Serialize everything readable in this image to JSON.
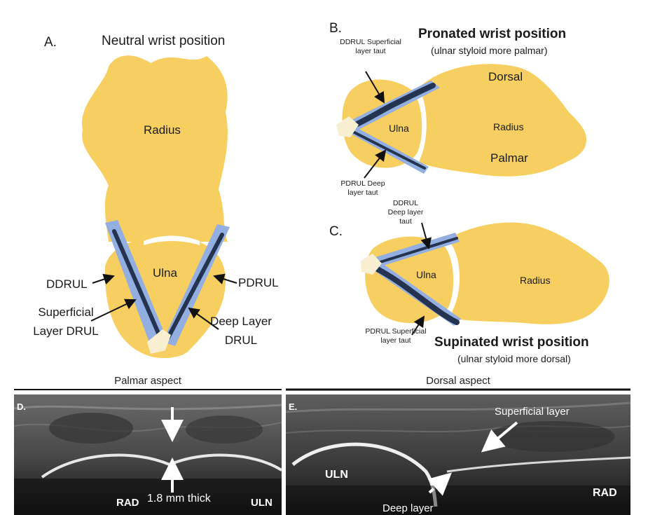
{
  "panelA": {
    "letter": "A.",
    "title": "Neutral wrist position",
    "radius": "Radius",
    "ulna": "Ulna",
    "ddrul": "DDRUL",
    "pdrul": "PDRUL",
    "superficial": "Superficial Layer DRUL",
    "deep": "Deep Layer DRUL"
  },
  "panelB": {
    "letter": "B.",
    "title": "Pronated wrist position",
    "subtitle": "(ulnar styloid more palmar)",
    "ddrul_note": "DDRUL Superficial layer taut",
    "pdrul_note": "PDRUL Deep layer taut",
    "dorsal": "Dorsal",
    "radius": "Radius",
    "palmar": "Palmar",
    "ulna": "Ulna"
  },
  "panelC": {
    "letter": "C.",
    "title": "Supinated wrist position",
    "subtitle": "(ulnar styloid more dorsal)",
    "ddrul_note": "DDRUL Deep layer taut",
    "pdrul_note": "PDRUL Superficial layer taut",
    "ulna": "Ulna",
    "radius": "Radius"
  },
  "panelD": {
    "header": "Palmar aspect",
    "letter": "D.",
    "rad": "RAD",
    "uln": "ULN",
    "thickness": "1.8 mm thick"
  },
  "panelE": {
    "header": "Dorsal aspect",
    "letter": "E.",
    "superficial": "Superficial layer",
    "uln": "ULN",
    "rad": "RAD",
    "deep": "Deep layer"
  },
  "colors": {
    "bone": "#f7cf61",
    "ligament_light": "#93aee0",
    "ligament_dark": "#243350",
    "cartilage": "#f7efd0"
  }
}
